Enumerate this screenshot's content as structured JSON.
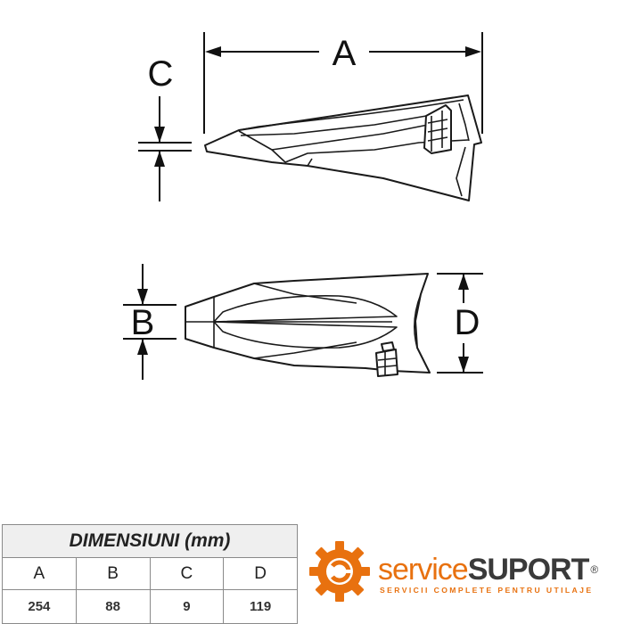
{
  "diagram": {
    "labels": {
      "a": "A",
      "b": "B",
      "c": "C",
      "d": "D"
    }
  },
  "table": {
    "title": "DIMENSIUNI (mm)",
    "headers": [
      "A",
      "B",
      "C",
      "D"
    ],
    "values": [
      "254",
      "88",
      "9",
      "119"
    ]
  },
  "logo": {
    "word_service": "service",
    "word_suport": "SUPORT",
    "registered": "®",
    "tagline": "SERVICII COMPLETE PENTRU UTILAJE",
    "colors": {
      "orange": "#e8710f",
      "dark": "#3a3a3a"
    }
  }
}
